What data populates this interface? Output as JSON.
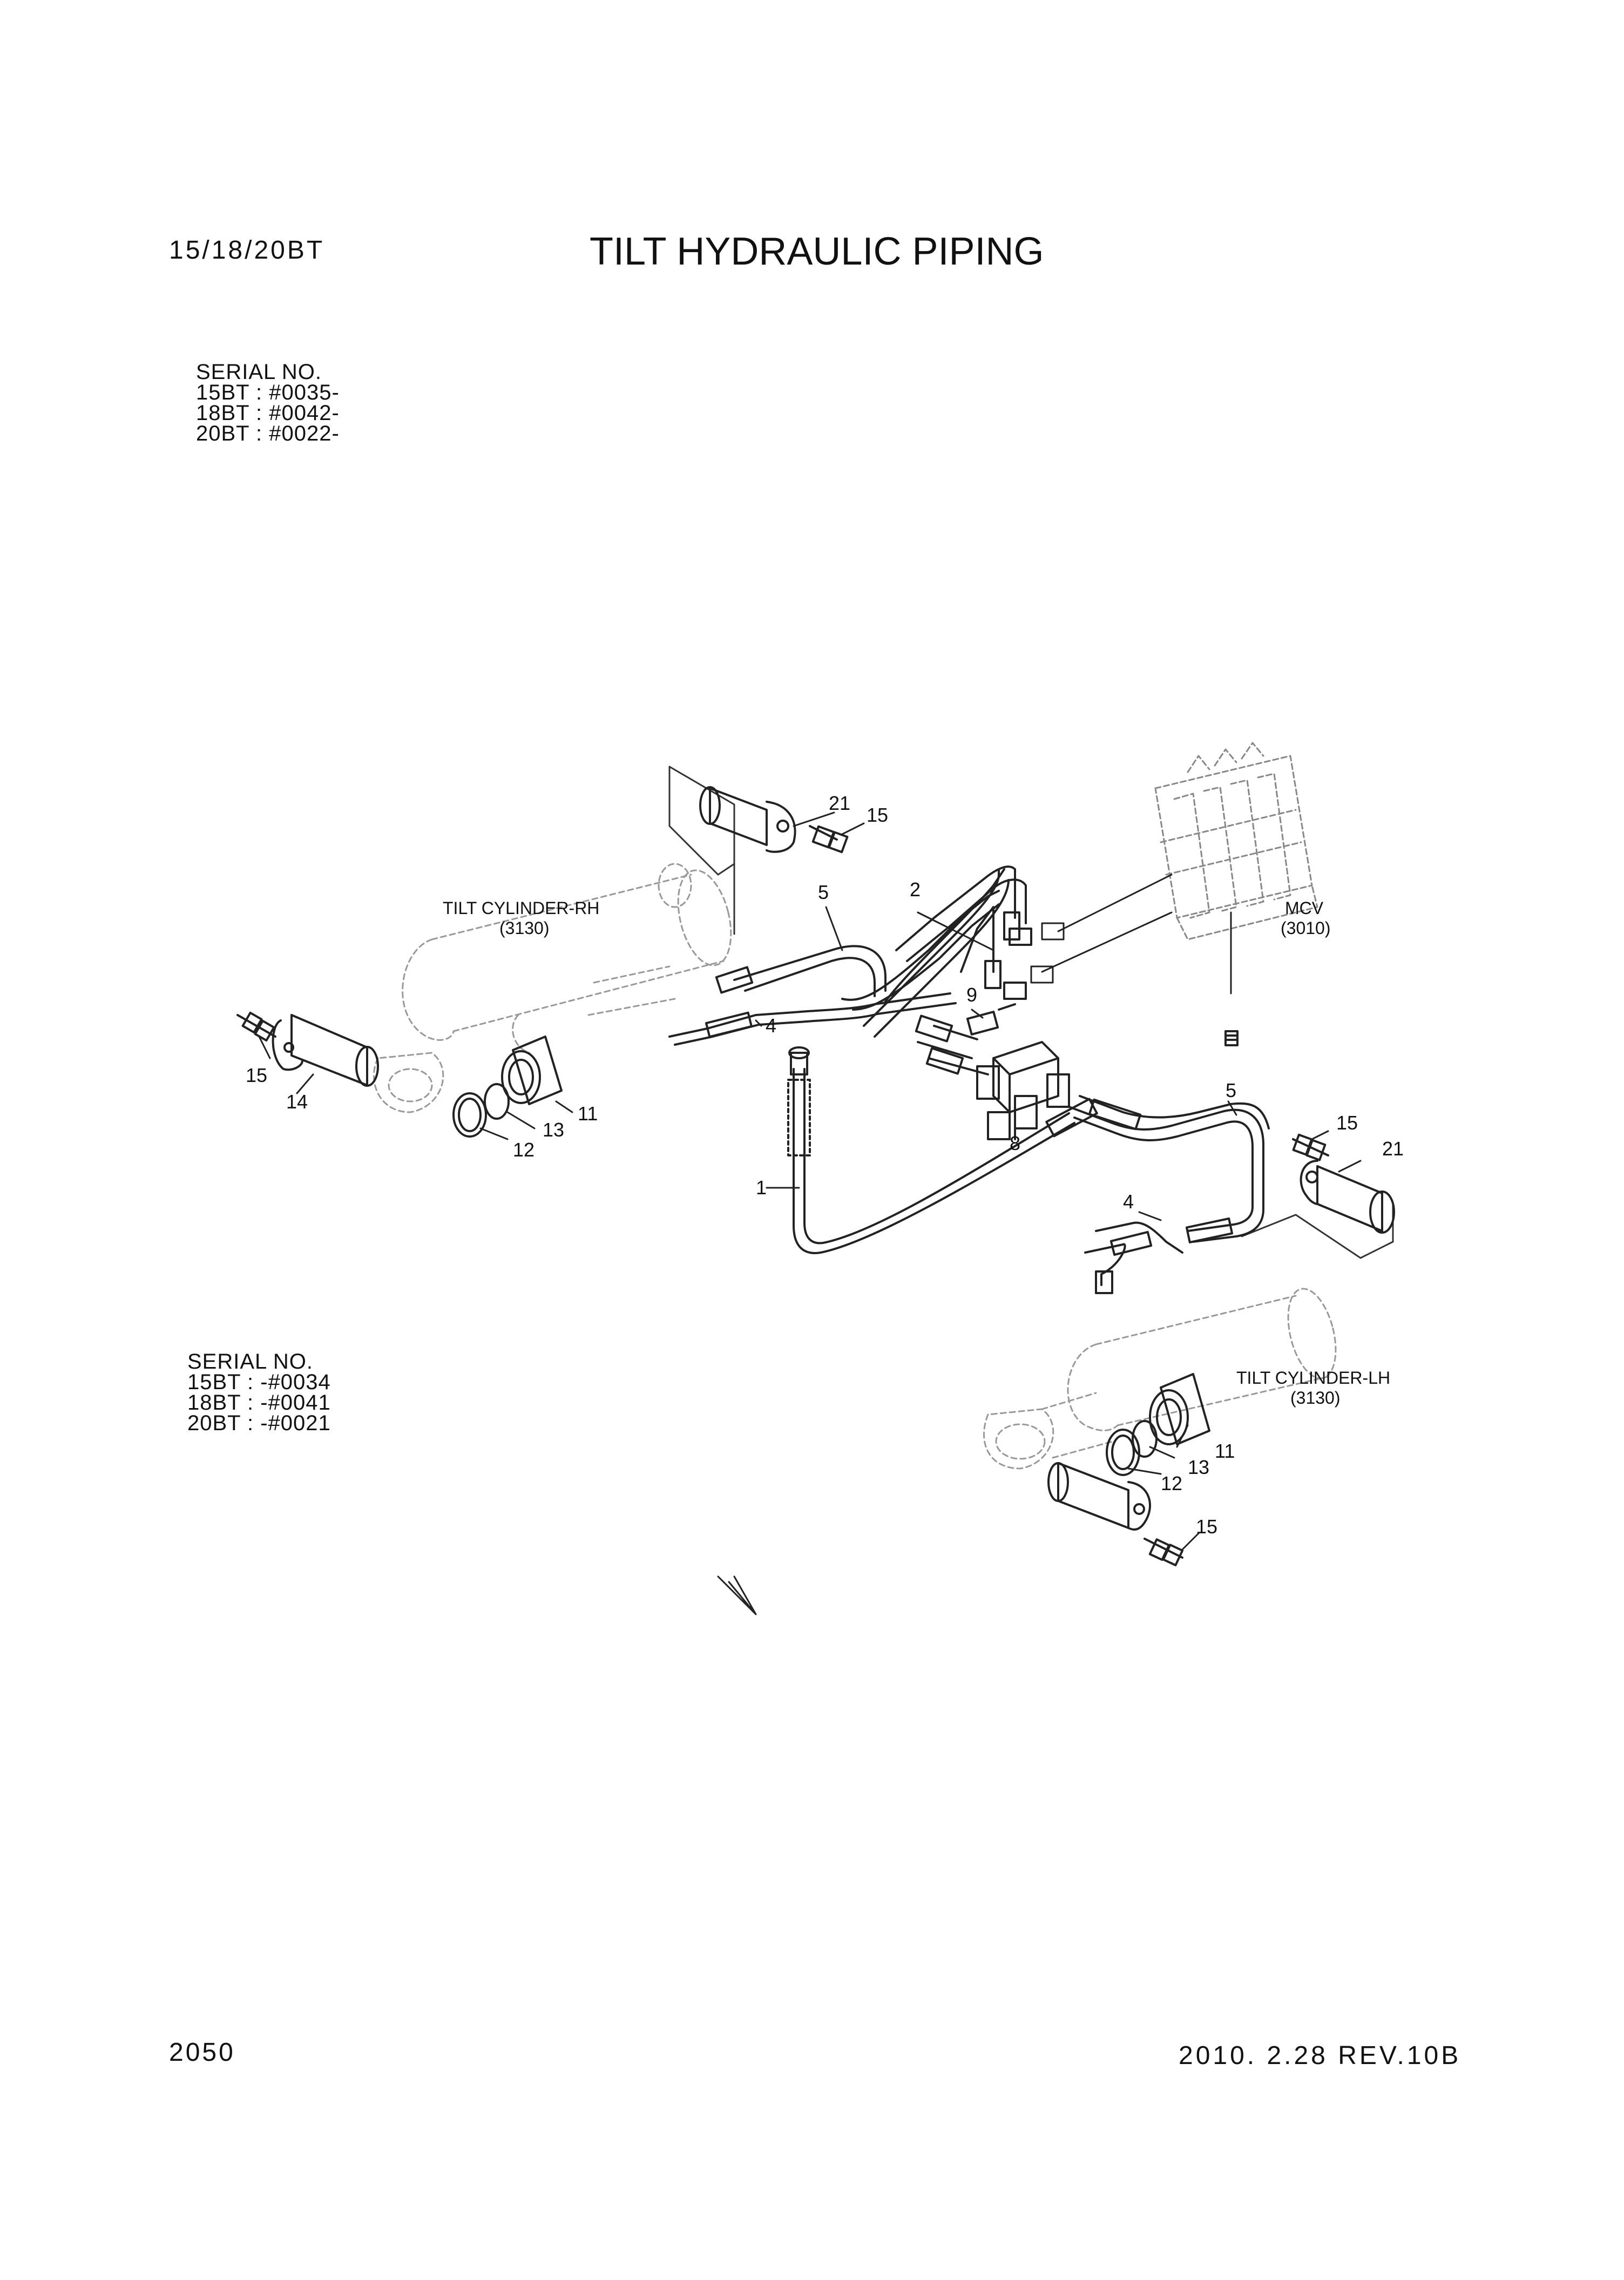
{
  "header": {
    "model": "15/18/20BT",
    "title": "TILT HYDRAULIC PIPING"
  },
  "serial_top": {
    "heading": "SERIAL NO.",
    "lines": [
      "15BT : #0035-",
      "18BT : #0042-",
      "20BT : #0022-"
    ]
  },
  "serial_bottom": {
    "heading": "SERIAL NO.",
    "lines": [
      "15BT : -#0034",
      "18BT : -#0041",
      "20BT : -#0021"
    ]
  },
  "components": {
    "tilt_cylinder_rh": {
      "name": "TILT CYLINDER-RH",
      "code": "(3130)"
    },
    "tilt_cylinder_lh": {
      "name": "TILT CYLINDER-LH",
      "code": "(3130)"
    },
    "mcv": {
      "name": "MCV",
      "code": "(3010)"
    }
  },
  "callouts": [
    "1",
    "2",
    "4",
    "4",
    "5",
    "5",
    "8",
    "9",
    "11",
    "11",
    "12",
    "12",
    "13",
    "13",
    "14",
    "15",
    "15",
    "15",
    "15",
    "21",
    "21"
  ],
  "footer": {
    "page_number": "2050",
    "revision": "2010. 2.28  REV.10B"
  }
}
